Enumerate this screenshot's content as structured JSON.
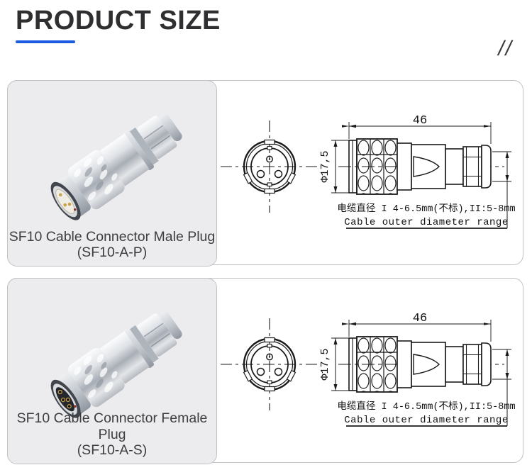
{
  "page": {
    "title": "PRODUCT SIZE",
    "decoration_slashes": "//",
    "accent_color": "#1a5ae0"
  },
  "sections": [
    {
      "product": "male",
      "caption_line1": "SF10 Cable Connector Male Plug",
      "caption_line2": "(SF10-A-P)"
    },
    {
      "product": "female",
      "caption_line1": "SF10 Cable Connector Female Plug",
      "caption_line2": "(SF10-A-S)"
    }
  ],
  "drawing": {
    "length_dim": "46",
    "diameter_dim": "Φ17,5",
    "cable_note_cn": "电缆直径  I  4-6.5mm(不标),II:5-8mm",
    "cable_note_en": "Cable outer diameter range"
  },
  "colors": {
    "line": "#1a1a1a",
    "panel_border": "#c2c2c4",
    "photo_bg": "#ececee",
    "metal_light": "#f7f8fa",
    "metal_dark": "#9aa0a8",
    "pin_gold": "#c9a24d"
  }
}
